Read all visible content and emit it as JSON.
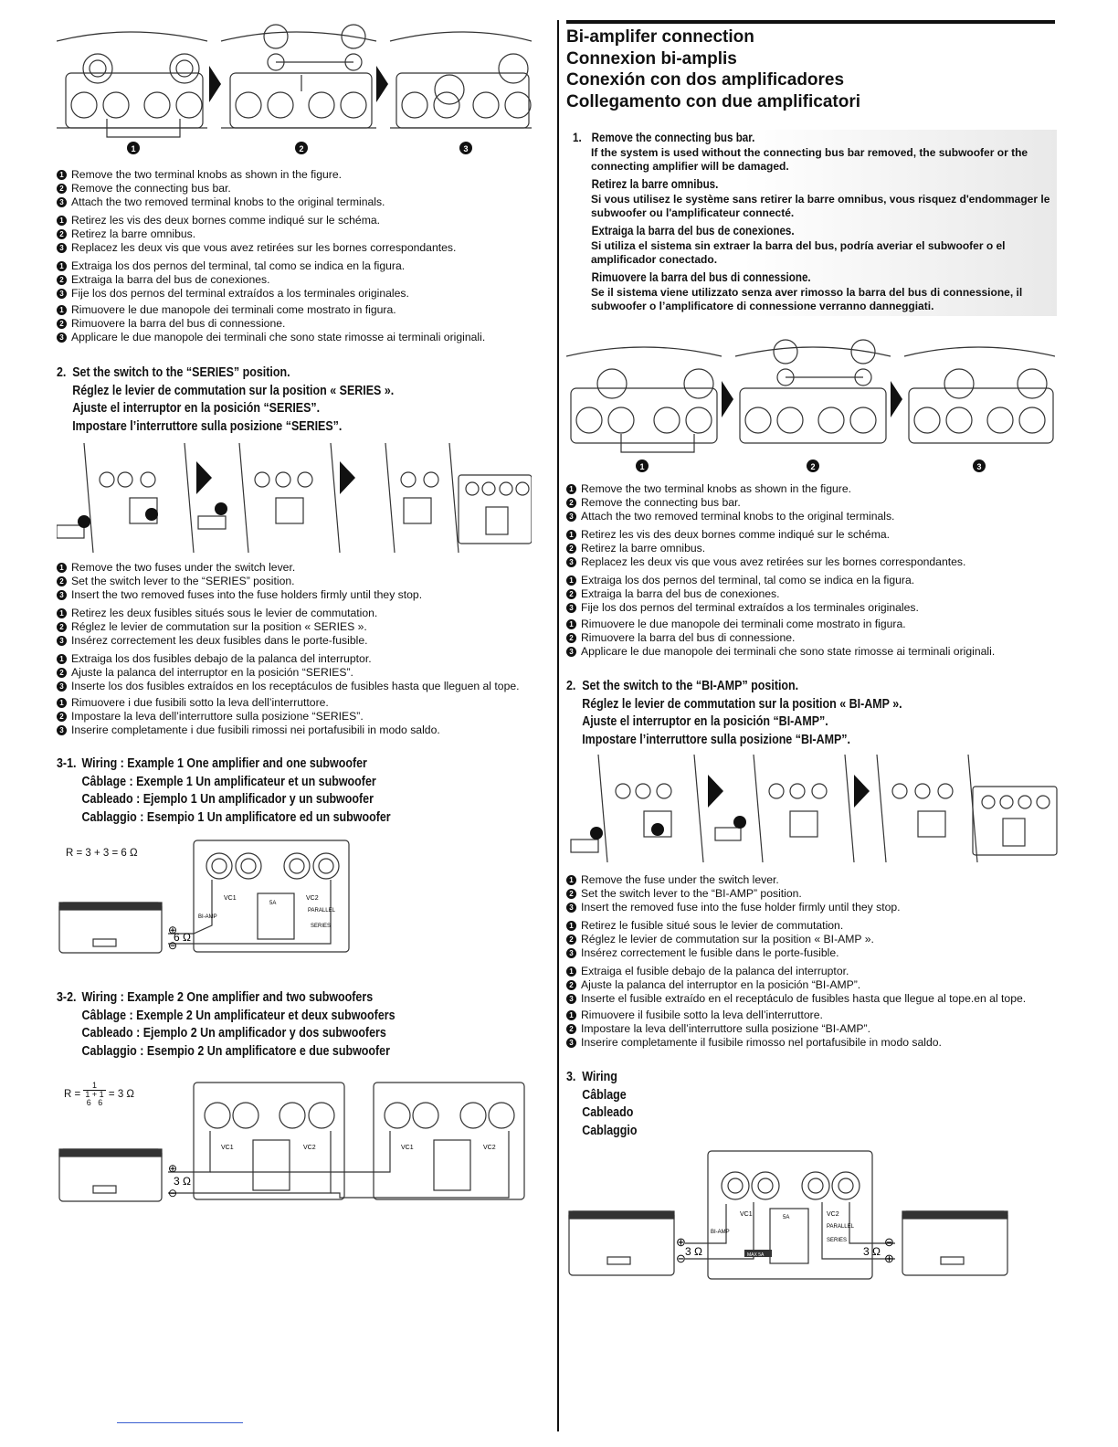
{
  "left": {
    "fig1_labels": [
      "1",
      "2",
      "3"
    ],
    "fig1_steps": [
      [
        "Remove the two terminal knobs as shown in the figure.",
        "Remove the connecting bus bar.",
        "Attach the two removed terminal knobs to the original terminals."
      ],
      [
        "Retirez les vis des deux bornes comme indiqué sur le schéma.",
        "Retirez la barre omnibus.",
        "Replacez les deux vis que vous avez retirées sur les bornes correspondantes."
      ],
      [
        "Extraiga los dos pernos del terminal, tal como se indica en la figura.",
        "Extraiga la barra del bus de conexiones.",
        "Fije los dos pernos del terminal extraídos a los terminales originales."
      ],
      [
        "Rimuovere le due manopole dei terminali come mostrato in figura.",
        "Rimuovere la barra del bus di connessione.",
        "Applicare le due manopole dei terminali che sono state rimosse ai terminali originali."
      ]
    ],
    "step2": {
      "number": "2.",
      "lines": [
        "Set the switch to the “SERIES” position.",
        "Réglez le levier de commutation sur la position « SERIES ».",
        "Ajuste el interruptor en la posición “SERIES”.",
        "Impostare l’interruttore sulla posizione “SERIES”."
      ]
    },
    "fig2_steps": [
      [
        "Remove the two fuses under the switch lever.",
        "Set the switch lever to the “SERIES” position.",
        "Insert the two removed fuses into the fuse holders firmly until they stop."
      ],
      [
        "Retirez les deux fusibles situés sous le levier de commutation.",
        "Réglez le levier de commutation sur la position « SERIES ».",
        "Insérez correctement les deux fusibles dans le porte-fusible."
      ],
      [
        "Extraiga los dos fusibles debajo de la palanca del interruptor.",
        "Ajuste la palanca del interruptor en la posición “SERIES”.",
        "Inserte los dos fusibles extraídos en los receptáculos de fusibles hasta que lleguen al tope."
      ],
      [
        "Rimuovere i due fusibili sotto la leva dell’interruttore.",
        "Impostare la leva dell’interruttore sulla posizione “SERIES”.",
        "Inserire completamente i due fusibili rimossi nei portafusibili in modo saldo."
      ]
    ],
    "wiring1": {
      "number": "3-1.",
      "lines": [
        "Wiring : Example 1  One amplifier and one subwoofer",
        "Câblage : Exemple 1  Un amplificateur et un subwoofer",
        "Cableado : Ejemplo 1  Un amplificador y un subwoofer",
        "Cablaggio : Esempio 1  Un amplificatore ed un subwoofer"
      ],
      "formula": "R = 3 + 3 = 6 Ω",
      "ohm": "6 Ω"
    },
    "wiring2": {
      "number": "3-2.",
      "lines": [
        "Wiring : Example 2  One amplifier and two subwoofers",
        "Câblage : Exemple 2  Un amplificateur et deux subwoofers",
        "Cableado : Ejemplo 2  Un amplificador y dos subwoofers",
        "Cablaggio : Esempio 2  Un amplificatore e due subwoofer"
      ],
      "formula_lhs": "R =",
      "formula_rhs": "= 3 Ω",
      "ohm": "3 Ω"
    }
  },
  "right": {
    "titles": [
      "Bi-amplifer connection",
      "Connexion bi-amplis",
      "Conexión con dos amplificadores",
      "Collegamento con due amplificatori"
    ],
    "step1": {
      "number": "1.",
      "items": [
        {
          "head": "Remove the connecting bus bar.",
          "text": "If the system is used without the connecting bus bar removed, the subwoofer or the connecting amplifier will be damaged."
        },
        {
          "head": "Retirez la barre omnibus.",
          "text": "Si vous utilisez le système sans retirer la barre omnibus, vous risquez d'endommager le subwoofer ou l'amplificateur connecté."
        },
        {
          "head": "Extraiga la barra del bus de conexiones.",
          "text": "Si utiliza el sistema sin extraer la barra del bus, podría averiar el subwoofer o el amplificador conectado."
        },
        {
          "head": "Rimuovere la barra del bus di connessione.",
          "text": "Se il sistema viene utilizzato senza aver rimosso la barra del bus di connessione, il subwoofer o l’amplificatore di connessione verranno danneggiati."
        }
      ]
    },
    "fig1_steps": [
      [
        "Remove the two terminal knobs as shown in the figure.",
        "Remove the connecting bus bar.",
        "Attach the two removed terminal knobs to the original terminals."
      ],
      [
        "Retirez les vis des deux bornes comme indiqué sur le schéma.",
        "Retirez la barre omnibus.",
        "Replacez les deux vis que vous avez retirées sur les bornes correspondantes."
      ],
      [
        "Extraiga los dos pernos del terminal, tal como se indica en la figura.",
        "Extraiga la barra del bus de conexiones.",
        "Fije los dos pernos del terminal extraídos a los terminales originales."
      ],
      [
        "Rimuovere le due manopole dei terminali come mostrato in figura.",
        "Rimuovere la barra del bus di connessione.",
        "Applicare le due manopole dei terminali che sono state rimosse ai terminali originali."
      ]
    ],
    "step2": {
      "number": "2.",
      "lines": [
        "Set the switch to the “BI-AMP” position.",
        "Réglez le levier de commutation sur la position « BI-AMP ».",
        "Ajuste el interruptor en la posición “BI-AMP”.",
        "Impostare l’interruttore sulla posizione “BI-AMP”."
      ]
    },
    "fig2_steps": [
      [
        "Remove the fuse under the switch lever.",
        "Set the switch lever to the “BI-AMP” position.",
        "Insert the removed fuse into the fuse holder firmly until they stop."
      ],
      [
        "Retirez le fusible situé sous le levier de commutation.",
        "Réglez le levier de commutation sur la position « BI-AMP ».",
        "Insérez correctement le fusible dans le porte-fusible."
      ],
      [
        "Extraiga el fusible debajo de la palanca del interruptor.",
        "Ajuste la palanca del interruptor en la posición “BI-AMP”.",
        "Inserte el fusible extraído en el receptáculo de fusibles hasta que llegue al tope.en al tope."
      ],
      [
        "Rimuovere il fusibile sotto la leva dell’interruttore.",
        "Impostare la leva dell’interruttore sulla posizione “BI-AMP”.",
        "Inserire completamente il fusibile rimosso nel portafusibile in modo saldo."
      ]
    ],
    "step3": {
      "number": "3.",
      "lines": [
        "Wiring",
        "Câblage",
        "Cableado",
        "Cablaggio"
      ],
      "ohm_left": "3 Ω",
      "ohm_right": "3 Ω"
    }
  },
  "panel_labels": {
    "vc1": "VC1",
    "vc2": "VC2",
    "parallel": "PARALLEL",
    "series": "SERIES",
    "biamp": "BI-AMP",
    "fuse": "5A",
    "fuse_box": "MAX 5A"
  }
}
